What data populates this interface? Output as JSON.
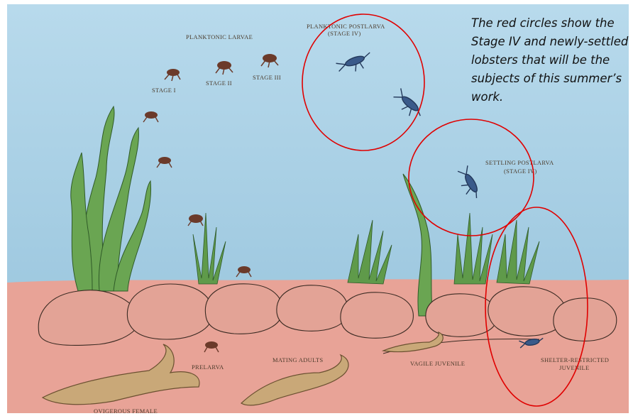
{
  "annotation": {
    "text": "The red circles show the Stage IV and newly-settled lobsters that will be the subjects of this summer’s work.",
    "circle_color": "#e00000"
  },
  "labels": {
    "planktonic_larvae": "PLANKTONIC LARVAE",
    "planktonic_postlarva_line1": "PLANKTONIC POSTLARVA",
    "planktonic_postlarva_line2": "(STAGE IV)",
    "stage_1": "STAGE I",
    "stage_2": "STAGE II",
    "stage_3": "STAGE III",
    "settling_postlarva_line1": "SETTLING POSTLARVA",
    "settling_postlarva_line2": "(STAGE IV)",
    "shelter_restricted_line1": "SHELTER-RESTRICTED",
    "shelter_restricted_line2": "JUVENILE",
    "prelarva": "PRELARVA",
    "mating_adults": "MATING ADULTS",
    "vagile_juvenile": "VAGILE JUVENILE",
    "ovigerous_female": "OVIGEROUS FEMALE"
  },
  "colors": {
    "water": "#a9d0e6",
    "seafloor": "#e8a397",
    "seaweed": "#5f9a4a",
    "larva": "#6b3a2a",
    "postlarva": "#3a5a8a"
  }
}
